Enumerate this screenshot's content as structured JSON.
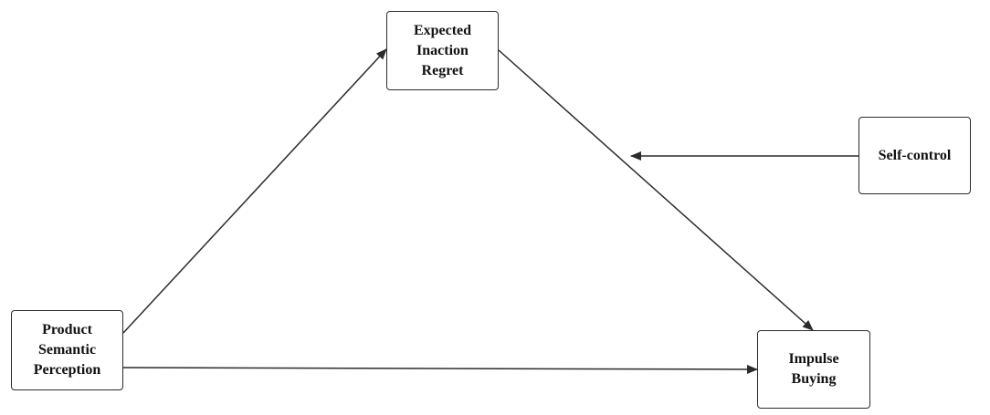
{
  "diagram": {
    "nodes": [
      {
        "id": "eir",
        "lines": [
          "Expected",
          "Inaction",
          "Regret"
        ]
      },
      {
        "id": "psp",
        "lines": [
          "Product",
          "Semantic",
          "Perception"
        ]
      },
      {
        "id": "ib",
        "lines": [
          "Impulse",
          "Buying"
        ]
      },
      {
        "id": "sc",
        "lines": [
          "Self-control"
        ]
      }
    ],
    "edges": [
      {
        "from": "psp",
        "to": "eir"
      },
      {
        "from": "eir",
        "to": "ib"
      },
      {
        "from": "psp",
        "to": "ib"
      },
      {
        "from": "sc",
        "to": "eir-ib-path",
        "type": "moderation"
      }
    ],
    "colors": {
      "stroke": "#2b2b2b",
      "text": "#111111",
      "background": "#ffffff"
    }
  }
}
